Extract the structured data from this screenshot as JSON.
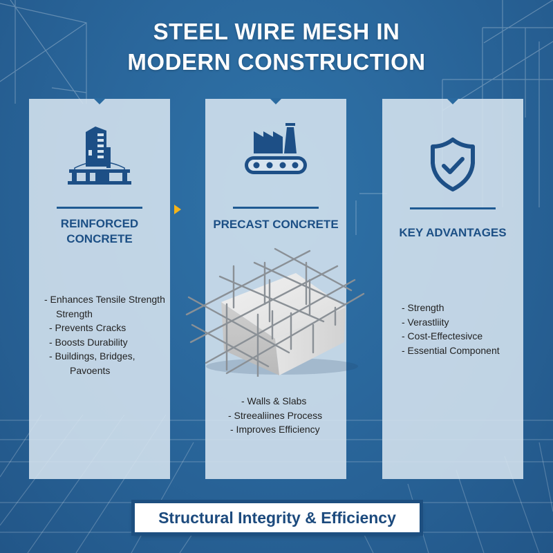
{
  "header": {
    "title_line1": "STEEL WIRE MESH IN",
    "title_line2": "MODERN CONSTRUCTION"
  },
  "panels": [
    {
      "icon": "building-icon",
      "heading_line1": "REINFORCED",
      "heading_line2": "CONCRETE",
      "bullets": [
        "- Enhances Tensile Strength",
        "Strength",
        "- Prevents Cracks",
        "- Boosts Durability",
        "- Buildings, Bridges,",
        "Pavoents"
      ]
    },
    {
      "icon": "factory-conveyor-icon",
      "heading_line1": "PRECAST CONCRETE",
      "image": "steel-mesh-on-concrete-block",
      "bullets": [
        "- Walls & Slabs",
        "- Streealiines Process",
        "- Improves Efficiency"
      ]
    },
    {
      "icon": "shield-check-icon",
      "heading_line1": "KEY ADVANTAGES",
      "bullets": [
        "- Strength",
        "- Verastliity",
        "- Cost-Effectesivce",
        "- Essential Component"
      ]
    }
  ],
  "arrow_icon": "arrow-right-icon",
  "footer": {
    "banner": "Structural Integrity & Efficiency"
  },
  "colors": {
    "background": "#2a679c",
    "panel": "#d6e4ef",
    "heading": "#1c4f85",
    "accent_arrow": "#f4b41a",
    "banner_text": "#1c4a7d"
  }
}
